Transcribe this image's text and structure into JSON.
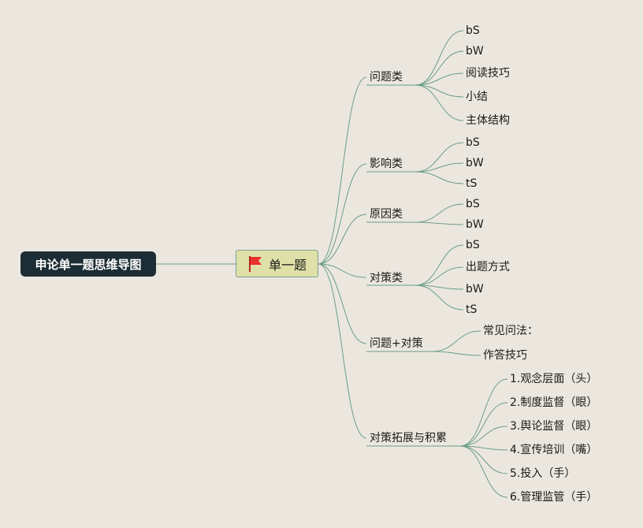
{
  "root": {
    "label": "申论单一题思维导图"
  },
  "center": {
    "label": "单一题",
    "icon": "red-flag-icon"
  },
  "branches": [
    {
      "label": "问题类",
      "children": [
        "bS",
        "bW",
        "阅读技巧",
        "小结",
        "主体结构"
      ]
    },
    {
      "label": "影响类",
      "children": [
        "bS",
        "bW",
        "tS"
      ]
    },
    {
      "label": "原因类",
      "children": [
        "bS",
        "bW"
      ]
    },
    {
      "label": "对策类",
      "children": [
        "bS",
        "出题方式",
        "bW",
        "tS"
      ]
    },
    {
      "label": "问题+对策",
      "children": [
        "常见问法：",
        "作答技巧"
      ]
    },
    {
      "label": "对策拓展与积累",
      "children": [
        "1.观念层面（头）",
        "2.制度监督（眼）",
        "3.舆论监督（眼）",
        "4.宣传培训（嘴）",
        "5.投入（手）",
        "6.管理监管（手）"
      ]
    }
  ],
  "colors": {
    "line": "#6a9e88",
    "root_bg": "#1d2d35",
    "center_bg": "#dfe0a8",
    "background": "#ece7de",
    "flag": "#e8312a"
  }
}
